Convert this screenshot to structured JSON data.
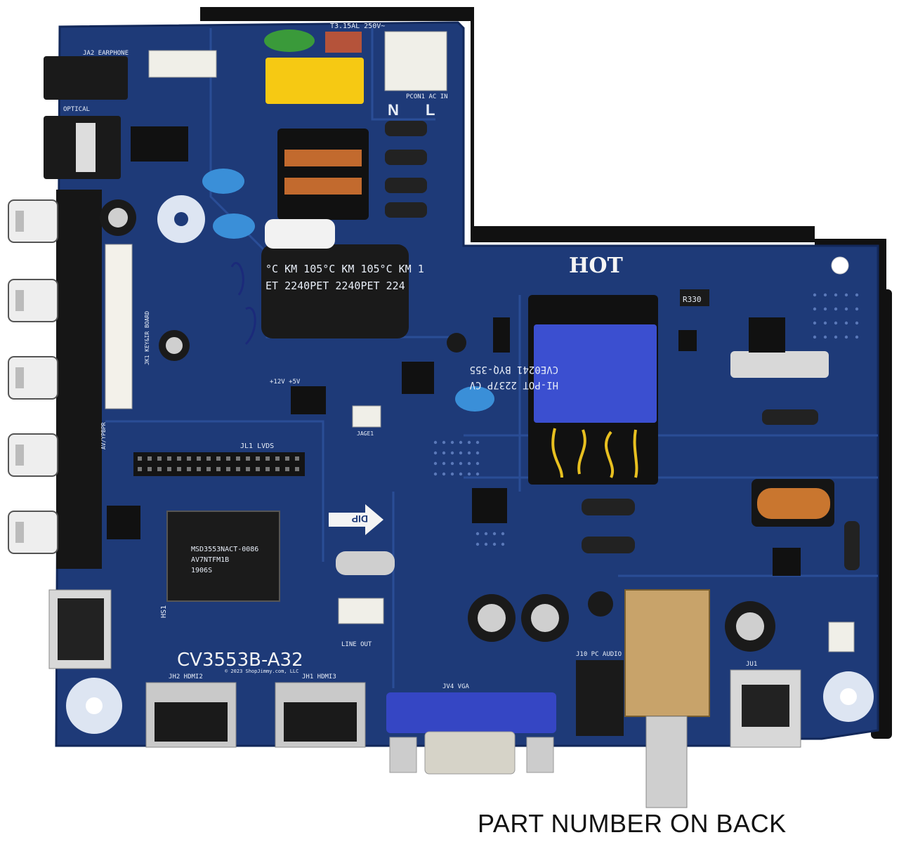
{
  "image": {
    "caption": "PART NUMBER ON BACK",
    "board": {
      "model": "CV3553B-A32",
      "copyright": "© 2023 ShopJimmy.com, LLC",
      "hot_label": "HOT",
      "dip_label": "DIP",
      "fuse": "T3.15AL 250V~",
      "capacitor_sleeve": "°C KM 105°C KM 105°C KM 1",
      "capacitor_sleeve_2": "ET 2240PET 2240PET 224",
      "transformer_label_1": "CVE0241 BYQ-355",
      "transformer_label_2": "HI-POT 2237P CV",
      "chip_label_1": "MSD3553NACT-0086",
      "chip_label_2": "AV7NTFM1B",
      "chip_label_3": "1906S",
      "resistor_label": "R330",
      "labels": {
        "earphone": "JA2 EARPHONE",
        "optical": "OPTICAL",
        "ac_in": "PCON1 AC IN",
        "n": "N",
        "l": "L",
        "lvds": "JL1 LVDS",
        "hdmi1": "HS1",
        "hdmi2": "JH2 HDMI2",
        "hdmi3": "JH1 HDMI3",
        "vga": "JV4 VGA",
        "pc_audio": "J10 PC AUDIO",
        "line_out": "LINE OUT",
        "usb": "JU1",
        "ir_board": "JK1 KEY&IR BOARD",
        "jage1": "JAGE1",
        "voltage": "+12V +5V",
        "av": "AV/YPBPR"
      }
    },
    "colors": {
      "pcb": "#1e3a78",
      "pcb_dark": "#152a5c",
      "silkscreen": "#e8eef8",
      "backing": "#111111"
    }
  }
}
